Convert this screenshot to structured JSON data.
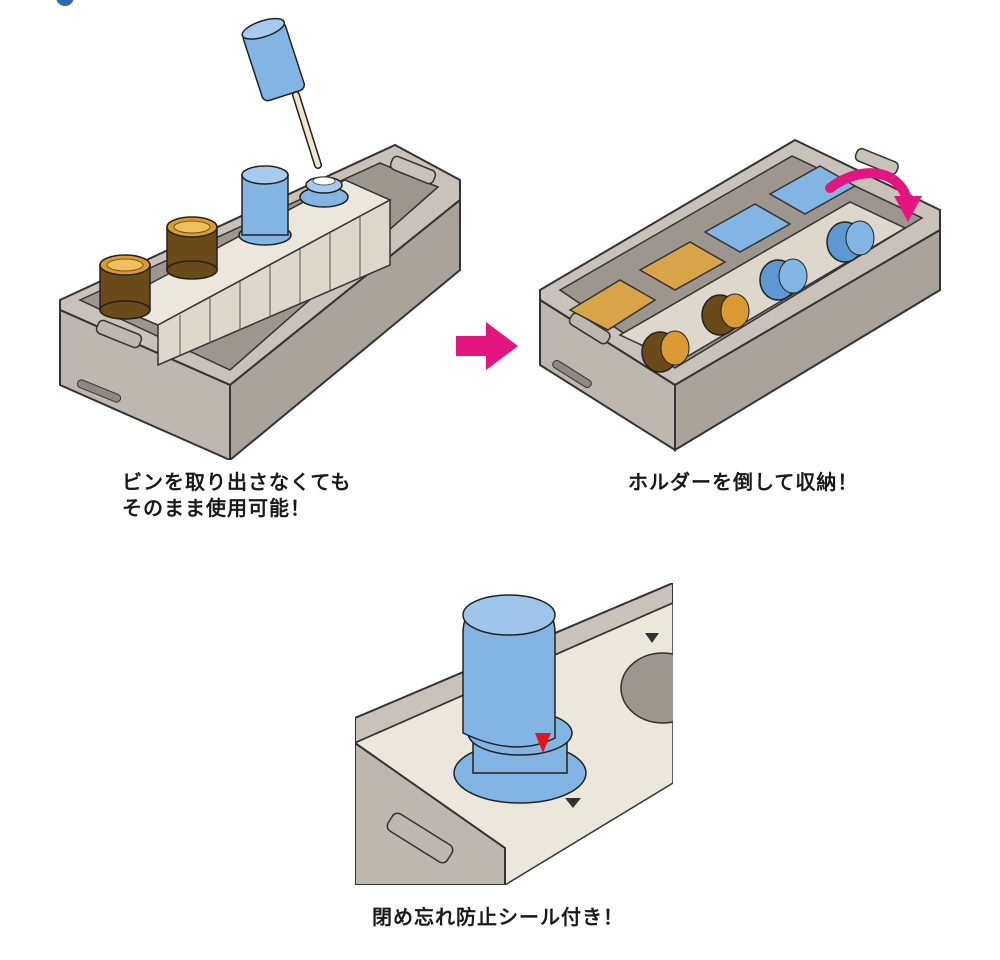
{
  "captions": {
    "panel1": [
      "ビンを取り出さなくても",
      "そのまま使用可能！"
    ],
    "panel2": "ホルダーを倒して収納！",
    "panel3": "閉め忘れ防止シール付き！"
  },
  "colors": {
    "metal": "#b9b3ab",
    "metal_dark": "#8e8880",
    "holder": "#ece7dd",
    "cap_blue": "#82b4e4",
    "cap_gold": "#c98a2a",
    "arrow_pink": "#e5157f",
    "seal_red": "#e3141b"
  },
  "icons": [
    "arrow-right-icon",
    "curved-arrow-icon",
    "seal-triangle-icon"
  ]
}
